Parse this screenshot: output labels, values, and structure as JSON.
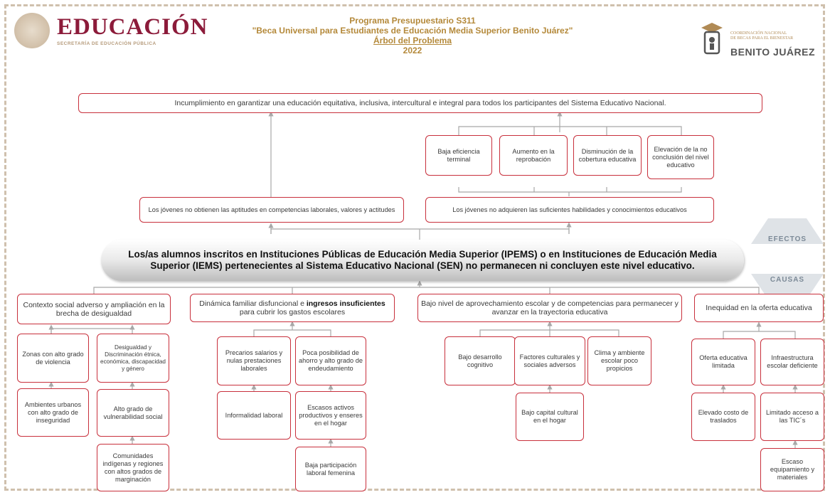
{
  "header": {
    "brand_word": "EDUCACIÓN",
    "brand_sub": "SECRETARÍA DE EDUCACIÓN PÚBLICA",
    "program_line": "Programa Presupuestario S311",
    "program_name": "\"Beca Universal para Estudiantes de Educación Media Superior Benito Juárez\"",
    "diagram_title": "Árbol del Problema",
    "year": "2022",
    "bj_small_1": "COORDINACIÓN NACIONAL",
    "bj_small_2": "DE BECAS PARA EL BIENESTAR",
    "bj_big": "BENITO JUÁREZ"
  },
  "tags": {
    "effects": "EFECTOS",
    "causes": "CAUSAS"
  },
  "central_problem": "Los/as alumnos inscritos en Instituciones Públicas de Educación Media Superior (IPEMS) o en Instituciones de Educación Media Superior (IEMS) pertenecientes al Sistema Educativo Nacional (SEN) no permanecen ni concluyen este nivel educativo.",
  "effects": {
    "top": "Incumplimiento en garantizar una educación equitativa, inclusiva, intercultural e integral para todos los participantes del Sistema Educativo Nacional.",
    "mid_left": "Los jóvenes no obtienen las aptitudes en competencias laborales, valores y actitudes",
    "mid_right": "Los jóvenes no adquieren las suficientes habilidades y conocimientos educativos",
    "sub": [
      "Baja eficiencia terminal",
      "Aumento en la reprobación",
      "Disminución de la cobertura educativa",
      "Elevación de la no conclusión del nivel educativo"
    ]
  },
  "causes": {
    "c1": "Contexto social adverso y ampliación en la brecha de desigualdad",
    "c2_pre": "Dinámica familiar disfuncional e ",
    "c2_bold": "ingresos insuficientes",
    "c2_post": " para cubrir los gastos escolares",
    "c3": "Bajo nivel de aprovechamiento escolar y de competencias para permanecer y avanzar en la trayectoria educativa",
    "c4": "Inequidad en la oferta educativa",
    "c1_sub": [
      "Zonas con alto grado de violencia",
      "Ambientes urbanos con alto grado de inseguridad",
      "Desigualdad y Discriminación étnica, económica, discapacidad y género",
      "Alto grado de vulnerabilidad social",
      "Comunidades indígenas y regiones con altos grados de marginación"
    ],
    "c2_sub": [
      "Precarios salarios y nulas prestaciones laborales",
      "Informalidad laboral",
      "Poca posibilidad de ahorro y alto grado de endeudamiento",
      "Escasos activos productivos y enseres en el hogar",
      "Baja participación laboral femenina"
    ],
    "c3_sub": [
      "Bajo desarrollo cognitivo",
      "Factores culturales y sociales adversos",
      "Clima y ambiente escolar poco propicios",
      "Bajo capital cultural en el hogar"
    ],
    "c4_sub": [
      "Oferta educativa limitada",
      "Elevado costo de traslados",
      "Infraestructura escolar deficiente",
      "Limitado acceso a las TIC´s",
      "Escaso equipamiento y materiales"
    ]
  },
  "colors": {
    "box_border": "#c8303c",
    "title_gold": "#b4893a",
    "brand_maroon": "#8c1b3a",
    "connector": "#a8a8a8"
  }
}
